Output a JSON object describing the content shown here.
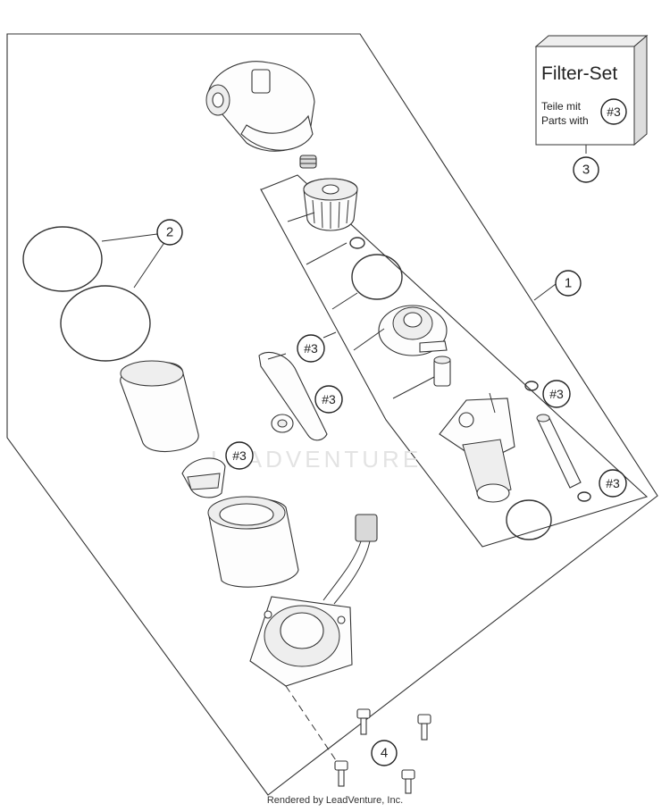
{
  "callouts": {
    "c1": "1",
    "c2": "2",
    "c3": "3",
    "c4": "4"
  },
  "refs": {
    "ref_label": "#3"
  },
  "filter_box": {
    "title": "Filter-Set",
    "line1": "Teile mit",
    "line2": "Parts with",
    "ref": "#3"
  },
  "watermark": "LEADVENTURE",
  "footer": "Rendered by LeadVenture, Inc."
}
